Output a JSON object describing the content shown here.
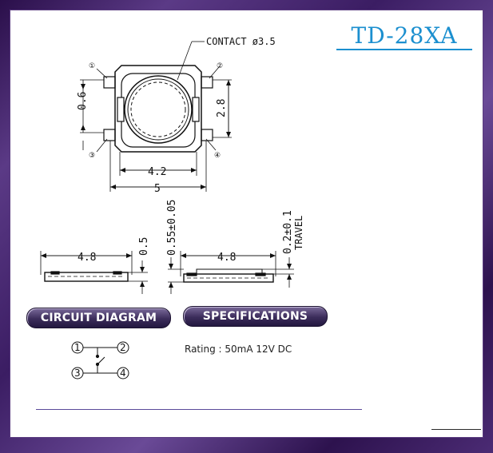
{
  "title": "TD-28XA",
  "top_view": {
    "contact_label": "CONTACT ø3.5",
    "pins": [
      "①",
      "②",
      "③",
      "④"
    ],
    "dims": {
      "width_inner": "4.2",
      "width_outer": "5",
      "height_left": "0.6",
      "height_right": "2.8"
    }
  },
  "side_view_1": {
    "width": "4.8",
    "height": "0.5"
  },
  "side_view_2": {
    "width": "4.8",
    "height": "0.55±0.05",
    "travel": "0.2±0.1",
    "travel_label": "TRAVEL"
  },
  "sections": {
    "circuit": "CIRCUIT DIAGRAM",
    "specs": "SPECIFICATIONS"
  },
  "circuit": {
    "pins": [
      "1",
      "2",
      "3",
      "4"
    ]
  },
  "specs": {
    "rating": "Rating : 50mA 12V DC"
  }
}
